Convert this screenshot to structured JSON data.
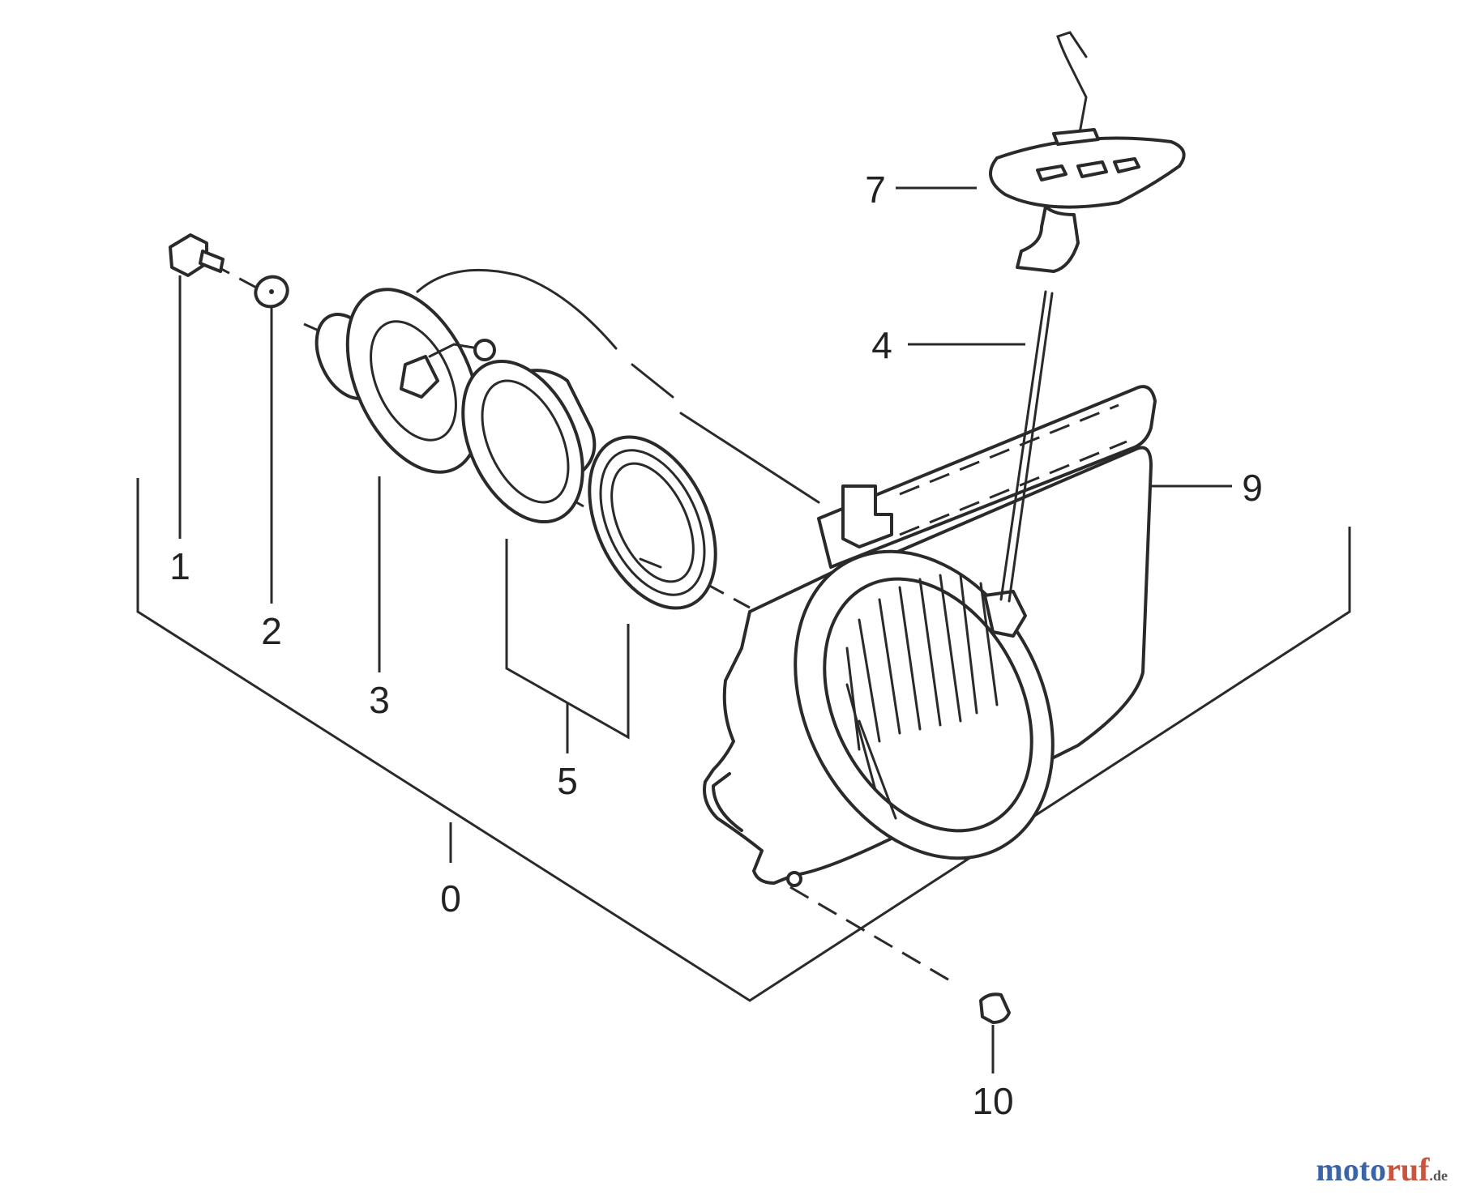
{
  "diagram": {
    "callouts": [
      "0",
      "1",
      "2",
      "3",
      "4",
      "5",
      "7",
      "9",
      "10"
    ],
    "parts": {
      "bolt": "bolt-icon",
      "washer": "washer-icon",
      "pulley": "pulley-icon",
      "spring_case": "spring-case-icon",
      "spring": "spring-icon",
      "handle": "handle-icon",
      "rope": "rope-icon",
      "housing": "housing-icon",
      "screw": "screw-icon"
    }
  },
  "watermark": {
    "part1": "moto",
    "part2": "ruf",
    "suffix": ".de"
  }
}
